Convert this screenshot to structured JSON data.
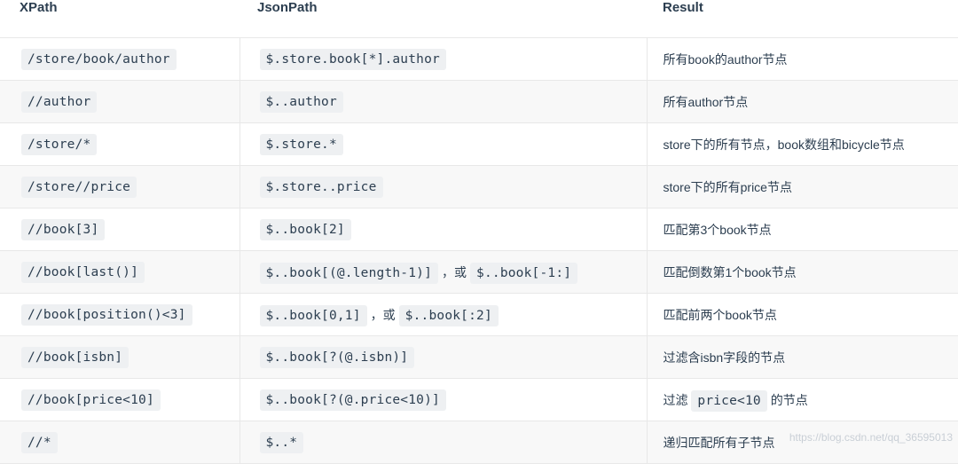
{
  "headers": {
    "xpath": "XPath",
    "jsonpath": "JsonPath",
    "result": "Result"
  },
  "rows": [
    {
      "xpath": "/store/book/author",
      "jsonpath": "$.store.book[*].author",
      "result": "所有book的author节点"
    },
    {
      "xpath": "//author",
      "jsonpath": "$..author",
      "result": "所有author节点"
    },
    {
      "xpath": "/store/*",
      "jsonpath": "$.store.*",
      "result": "store下的所有节点，book数组和bicycle节点"
    },
    {
      "xpath": "/store//price",
      "jsonpath": "$.store..price",
      "result": "store下的所有price节点"
    },
    {
      "xpath": "//book[3]",
      "jsonpath": "$..book[2]",
      "result": "匹配第3个book节点"
    },
    {
      "xpath": "//book[last()]",
      "jsonpath": "$..book[(@.length-1)]",
      "jsonpath_sep": "，或",
      "jsonpath_alt": "$..book[-1:]",
      "result": "匹配倒数第1个book节点"
    },
    {
      "xpath": "//book[position()<3]",
      "jsonpath": "$..book[0,1]",
      "jsonpath_sep": "，或",
      "jsonpath_alt": "$..book[:2]",
      "result": "匹配前两个book节点"
    },
    {
      "xpath": "//book[isbn]",
      "jsonpath": "$..book[?(@.isbn)]",
      "result": "过滤含isbn字段的节点"
    },
    {
      "xpath": "//book[price<10]",
      "jsonpath": "$..book[?(@.price<10)]",
      "result_prefix": "过滤",
      "result_code": "price<10",
      "result_suffix": "的节点"
    },
    {
      "xpath": "//*",
      "jsonpath": "$..*",
      "result": "递归匹配所有子节点"
    }
  ],
  "watermark": "https://blog.csdn.net/qq_36595013"
}
